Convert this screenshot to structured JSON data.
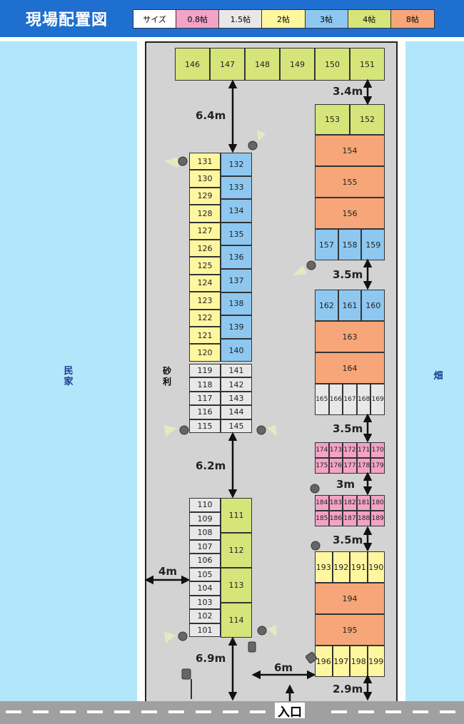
{
  "header": {
    "title": "現場配置図"
  },
  "legend": [
    {
      "label": "サイズ",
      "color": "#ffffff"
    },
    {
      "label": "0.8帖",
      "color": "#f2a3c6"
    },
    {
      "label": "1.5帖",
      "color": "#e8e8e8"
    },
    {
      "label": "2帖",
      "color": "#fff7a0"
    },
    {
      "label": "3帖",
      "color": "#8ec8f0"
    },
    {
      "label": "4帖",
      "color": "#d5e57a"
    },
    {
      "label": "8帖",
      "color": "#f6a679"
    }
  ],
  "surroundings": {
    "left": "民家",
    "right": "畑",
    "ground": "砂利",
    "entrance": "入口"
  },
  "units": [
    {
      "id": "146",
      "size": "4帖"
    },
    {
      "id": "147",
      "size": "4帖"
    },
    {
      "id": "148",
      "size": "4帖"
    },
    {
      "id": "149",
      "size": "4帖"
    },
    {
      "id": "150",
      "size": "4帖"
    },
    {
      "id": "151",
      "size": "4帖"
    },
    {
      "id": "131",
      "size": "2帖"
    },
    {
      "id": "130",
      "size": "2帖"
    },
    {
      "id": "129",
      "size": "2帖"
    },
    {
      "id": "128",
      "size": "2帖"
    },
    {
      "id": "127",
      "size": "2帖"
    },
    {
      "id": "126",
      "size": "2帖"
    },
    {
      "id": "125",
      "size": "2帖"
    },
    {
      "id": "124",
      "size": "2帖"
    },
    {
      "id": "123",
      "size": "2帖"
    },
    {
      "id": "122",
      "size": "2帖"
    },
    {
      "id": "121",
      "size": "2帖"
    },
    {
      "id": "120",
      "size": "2帖"
    },
    {
      "id": "132",
      "size": "3帖"
    },
    {
      "id": "133",
      "size": "3帖"
    },
    {
      "id": "134",
      "size": "3帖"
    },
    {
      "id": "135",
      "size": "3帖"
    },
    {
      "id": "136",
      "size": "3帖"
    },
    {
      "id": "137",
      "size": "3帖"
    },
    {
      "id": "138",
      "size": "3帖"
    },
    {
      "id": "139",
      "size": "3帖"
    },
    {
      "id": "140",
      "size": "3帖"
    },
    {
      "id": "119",
      "size": "1.5帖"
    },
    {
      "id": "118",
      "size": "1.5帖"
    },
    {
      "id": "117",
      "size": "1.5帖"
    },
    {
      "id": "116",
      "size": "1.5帖"
    },
    {
      "id": "115",
      "size": "1.5帖"
    },
    {
      "id": "141",
      "size": "1.5帖"
    },
    {
      "id": "142",
      "size": "1.5帖"
    },
    {
      "id": "143",
      "size": "1.5帖"
    },
    {
      "id": "144",
      "size": "1.5帖"
    },
    {
      "id": "145",
      "size": "1.5帖"
    },
    {
      "id": "153",
      "size": "4帖"
    },
    {
      "id": "152",
      "size": "4帖"
    },
    {
      "id": "154",
      "size": "8帖"
    },
    {
      "id": "155",
      "size": "8帖"
    },
    {
      "id": "156",
      "size": "8帖"
    },
    {
      "id": "157",
      "size": "3帖"
    },
    {
      "id": "158",
      "size": "3帖"
    },
    {
      "id": "159",
      "size": "3帖"
    },
    {
      "id": "162",
      "size": "3帖"
    },
    {
      "id": "161",
      "size": "3帖"
    },
    {
      "id": "160",
      "size": "3帖"
    },
    {
      "id": "163",
      "size": "8帖"
    },
    {
      "id": "164",
      "size": "8帖"
    },
    {
      "id": "165",
      "size": "1.5帖"
    },
    {
      "id": "166",
      "size": "1.5帖"
    },
    {
      "id": "167",
      "size": "1.5帖"
    },
    {
      "id": "168",
      "size": "1.5帖"
    },
    {
      "id": "169",
      "size": "1.5帖"
    },
    {
      "id": "174",
      "size": "0.8帖"
    },
    {
      "id": "173",
      "size": "0.8帖"
    },
    {
      "id": "172",
      "size": "0.8帖"
    },
    {
      "id": "171",
      "size": "0.8帖"
    },
    {
      "id": "170",
      "size": "0.8帖"
    },
    {
      "id": "175",
      "size": "0.8帖"
    },
    {
      "id": "176",
      "size": "0.8帖"
    },
    {
      "id": "177",
      "size": "0.8帖"
    },
    {
      "id": "178",
      "size": "0.8帖"
    },
    {
      "id": "179",
      "size": "0.8帖"
    },
    {
      "id": "184",
      "size": "0.8帖"
    },
    {
      "id": "183",
      "size": "0.8帖"
    },
    {
      "id": "182",
      "size": "0.8帖"
    },
    {
      "id": "181",
      "size": "0.8帖"
    },
    {
      "id": "180",
      "size": "0.8帖"
    },
    {
      "id": "185",
      "size": "0.8帖"
    },
    {
      "id": "186",
      "size": "0.8帖"
    },
    {
      "id": "187",
      "size": "0.8帖"
    },
    {
      "id": "188",
      "size": "0.8帖"
    },
    {
      "id": "189",
      "size": "0.8帖"
    },
    {
      "id": "110",
      "size": "1.5帖"
    },
    {
      "id": "109",
      "size": "1.5帖"
    },
    {
      "id": "108",
      "size": "1.5帖"
    },
    {
      "id": "107",
      "size": "1.5帖"
    },
    {
      "id": "106",
      "size": "1.5帖"
    },
    {
      "id": "105",
      "size": "1.5帖"
    },
    {
      "id": "104",
      "size": "1.5帖"
    },
    {
      "id": "103",
      "size": "1.5帖"
    },
    {
      "id": "102",
      "size": "1.5帖"
    },
    {
      "id": "101",
      "size": "1.5帖"
    },
    {
      "id": "111",
      "size": "4帖"
    },
    {
      "id": "112",
      "size": "4帖"
    },
    {
      "id": "113",
      "size": "4帖"
    },
    {
      "id": "114",
      "size": "4帖"
    },
    {
      "id": "193",
      "size": "2帖"
    },
    {
      "id": "192",
      "size": "2帖"
    },
    {
      "id": "191",
      "size": "2帖"
    },
    {
      "id": "190",
      "size": "2帖"
    },
    {
      "id": "194",
      "size": "8帖"
    },
    {
      "id": "195",
      "size": "8帖"
    },
    {
      "id": "196",
      "size": "2帖"
    },
    {
      "id": "197",
      "size": "2帖"
    },
    {
      "id": "198",
      "size": "2帖"
    },
    {
      "id": "199",
      "size": "2帖"
    }
  ],
  "dimensions": [
    {
      "id": "d-64",
      "label": "6.4m"
    },
    {
      "id": "d-34",
      "label": "3.4m"
    },
    {
      "id": "d-35a",
      "label": "3.5m"
    },
    {
      "id": "d-35b",
      "label": "3.5m"
    },
    {
      "id": "d-62",
      "label": "6.2m"
    },
    {
      "id": "d-3",
      "label": "3m"
    },
    {
      "id": "d-35c",
      "label": "3.5m"
    },
    {
      "id": "d-4",
      "label": "4m"
    },
    {
      "id": "d-69",
      "label": "6.9m"
    },
    {
      "id": "d-6",
      "label": "6m"
    },
    {
      "id": "d-29",
      "label": "2.9m"
    }
  ]
}
